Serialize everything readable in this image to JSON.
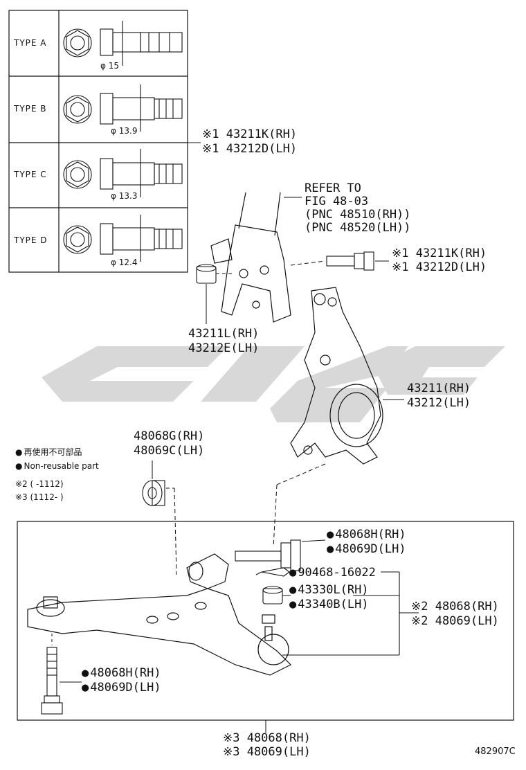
{
  "types": [
    {
      "label": "TYPE  A",
      "dia": "φ 15"
    },
    {
      "label": "TYPE  B",
      "dia": "φ 13.9"
    },
    {
      "label": "TYPE  C",
      "dia": "φ 13.3"
    },
    {
      "label": "TYPE  D",
      "dia": "φ 12.4"
    }
  ],
  "refer": [
    "REFER TO",
    "FIG 48-03",
    "(PNC 48510(RH))",
    "(PNC 48520(LH))"
  ],
  "labels": {
    "bolt_type_rh": "※1 43211K(RH)",
    "bolt_type_lh": "※1 43212D(LH)",
    "bolt_rh": "※1 43211K(RH)",
    "bolt_lh": "※1 43212D(LH)",
    "nut_rh": "43211L(RH)",
    "nut_lh": "43212E(LH)",
    "knuckle_rh": "43211(RH)",
    "knuckle_lh": "43212(LH)",
    "bushing_rh": "48068G(RH)",
    "bushing_lh": "48069C(LH)",
    "arm_bolt_rh": "48068H(RH)",
    "arm_bolt_lh": "48069D(LH)",
    "pin": "90468-16022",
    "castle_nut_rh": "43330L(RH)",
    "castle_nut_lh": "43340B(LH)",
    "arm_rh": "※2 48068(RH)",
    "arm_lh": "※2 48069(LH)",
    "lower_bolt_rh": "48068H(RH)",
    "lower_bolt_lh": "48069D(LH)",
    "assy_rh": "※3 48068(RH)",
    "assy_lh": "※3 48069(LH)"
  },
  "legend": {
    "jp": "再使用不可部品",
    "en": "Non-reusable part",
    "note2": "※2 (    -1112)",
    "note3": "※3 (1112-    )"
  },
  "code": "482907C"
}
